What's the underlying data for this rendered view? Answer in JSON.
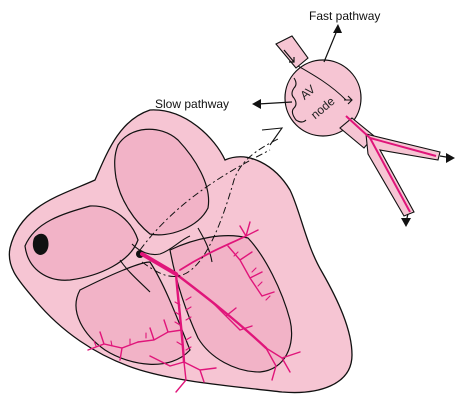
{
  "labels": {
    "fast_pathway": "Fast pathway",
    "slow_pathway": "Slow pathway",
    "av": "AV",
    "node": "node"
  },
  "colors": {
    "heart_fill": "#f6c5d3",
    "heart_inner": "#f2b3c7",
    "conduction": "#e0157a",
    "outline": "#111111",
    "node_marker": "#111111"
  }
}
